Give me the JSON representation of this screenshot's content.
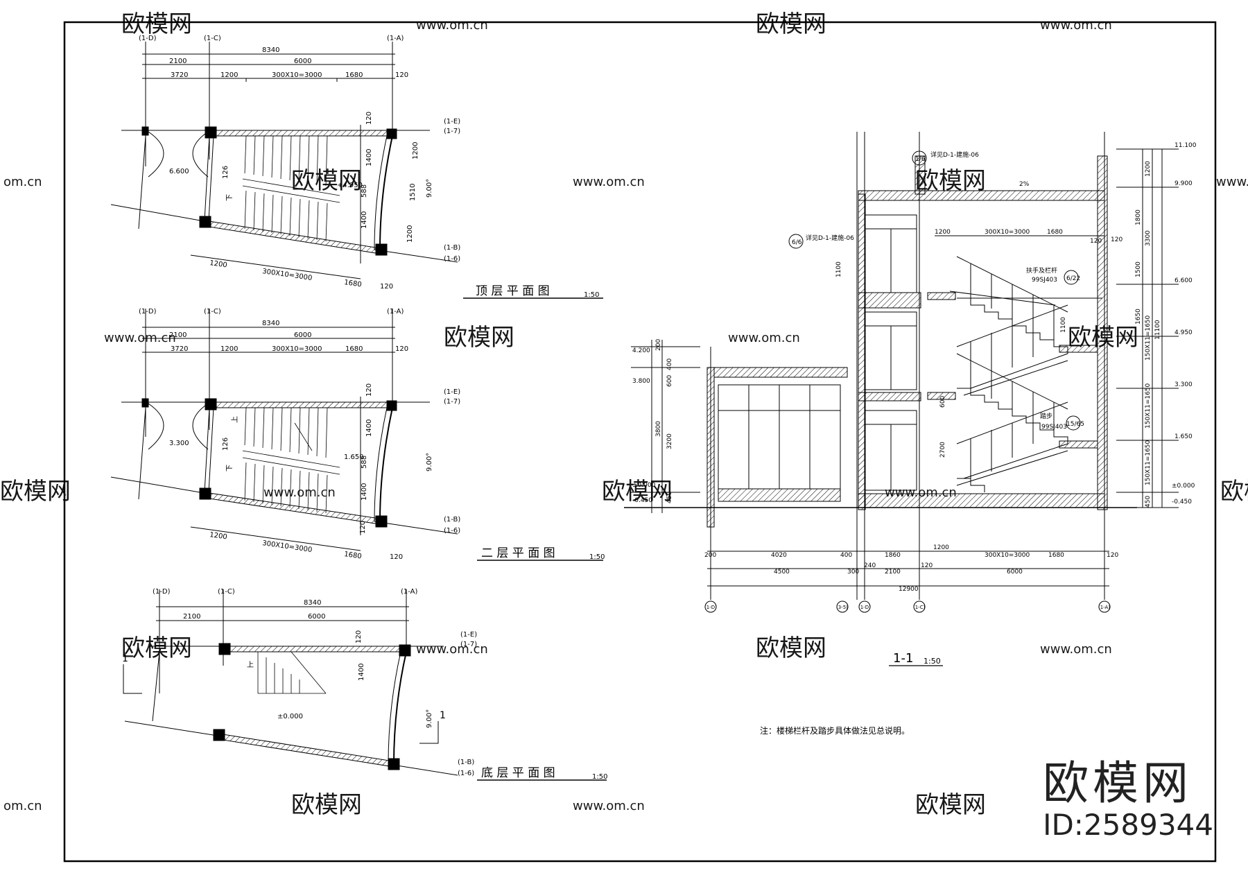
{
  "plans": {
    "top": {
      "title": "顶 层 平 面 图",
      "scale": "1:50",
      "axes": [
        "(1-D)",
        "(1-C)",
        "(1-A)",
        "(1-E)",
        "(1-B)",
        "(1-7)",
        "(1-6)"
      ],
      "dims_top": [
        "8340",
        "2100",
        "6000",
        "3720",
        "1200",
        "300X10=3000",
        "1680",
        "120"
      ],
      "dims_side": [
        "120",
        "1400",
        "1200",
        "1510",
        "1400",
        "1200",
        "9.00°"
      ],
      "dims_bottom": [
        "1200",
        "300X10=3000",
        "1680",
        "120"
      ],
      "level": "6.600",
      "stair_level": "+4.950",
      "misc": [
        "126",
        "下",
        "588"
      ]
    },
    "second": {
      "title": "二 层 平 面 图",
      "scale": "1:50",
      "axes": [
        "(1-D)",
        "(1-C)",
        "(1-A)",
        "(1-E)",
        "(1-B)",
        "(1-7)",
        "(1-6)"
      ],
      "dims_top": [
        "8340",
        "2100",
        "6000",
        "3720",
        "1200",
        "300X10=3000",
        "1680",
        "120"
      ],
      "dims_side": [
        "120",
        "1400",
        "1400",
        "120",
        "9.00°"
      ],
      "dims_bottom": [
        "1200",
        "300X10=3000",
        "1680",
        "120"
      ],
      "level": "3.300",
      "stair_level": "1.650",
      "misc": [
        "上",
        "126",
        "下",
        "588"
      ]
    },
    "ground": {
      "title": "底 层 平 面 图",
      "scale": "1:50",
      "axes": [
        "(1-D)",
        "(1-C)",
        "(1-A)",
        "(1-E)",
        "(1-B)",
        "(1-7)",
        "(1-6)"
      ],
      "dims_top": [
        "8340",
        "2100",
        "6000"
      ],
      "dims_side": [
        "120",
        "1400",
        "9.00°"
      ],
      "level": "±0.000",
      "misc": [
        "上"
      ],
      "section_mark": "1"
    }
  },
  "section": {
    "title": "1-1",
    "scale": "1:50",
    "notes": [
      "详见D-1-建施-06",
      "详见D-1-建施-06",
      "扶手及栏杆",
      "99SJ403",
      "踏步",
      "99SJ403",
      "2%"
    ],
    "detail_refs": [
      "1/6",
      "6/22",
      "15/65",
      "6/6"
    ],
    "levels_right": [
      "11.100",
      "9.900",
      "6.600",
      "4.950",
      "3.300",
      "1.650",
      "±0.000",
      "-0.450"
    ],
    "dims_right": [
      "1200",
      "1800",
      "3300",
      "1500",
      "1650",
      "150X11=1650",
      "150X11=1650",
      "150X11=1650",
      "450",
      "11100"
    ],
    "levels_left": [
      "4.200",
      "3.800",
      "±0.000",
      "-0.450"
    ],
    "dims_left": [
      "200",
      "400",
      "600",
      "3800",
      "3200",
      "450"
    ],
    "dims_inner": [
      "1100",
      "2700",
      "1100",
      "600",
      "1200",
      "300X10=3000",
      "1680",
      "120",
      "120"
    ],
    "dims_bottom_1": [
      "200",
      "4020",
      "400",
      "1860",
      "1200",
      "300X10=3000",
      "1680",
      "120"
    ],
    "dims_bottom_2": [
      "4500",
      "300",
      "240",
      "2100",
      "120",
      "6000"
    ],
    "dims_bottom_3": [
      "12900"
    ],
    "axes": [
      "(1-D)",
      "(3-5)",
      "(1-D)",
      "(1-C)",
      "(1-A)"
    ]
  },
  "note": "注：楼梯栏杆及踏步具体做法见总说明。",
  "watermarks": {
    "brand": "欧模网",
    "url": "www.om.cn",
    "url_short": "om.cn"
  },
  "brand": {
    "logo": "欧模网",
    "id": "ID:2589344"
  },
  "colors": {
    "ink": "#000000",
    "paper": "#ffffff",
    "watermark": "#c8c8c8"
  }
}
